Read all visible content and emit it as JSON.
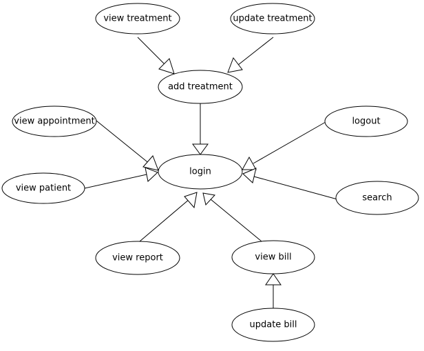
{
  "diagram": {
    "nodes": {
      "view_treatment": "view treatment",
      "update_treatment": "update treatment",
      "add_treatment": "add treatment",
      "view_appointment": "view appointment",
      "login": "login",
      "logout": "logout",
      "view_patient": "view patient",
      "search": "search",
      "view_report": "view report",
      "view_bill": "view bill",
      "update_bill": "update bill"
    },
    "edges": [
      {
        "from": "view_treatment",
        "to": "add_treatment"
      },
      {
        "from": "update_treatment",
        "to": "add_treatment"
      },
      {
        "from": "add_treatment",
        "to": "login"
      },
      {
        "from": "view_appointment",
        "to": "login"
      },
      {
        "from": "view_patient",
        "to": "login"
      },
      {
        "from": "logout",
        "to": "login"
      },
      {
        "from": "search",
        "to": "login"
      },
      {
        "from": "view_report",
        "to": "login"
      },
      {
        "from": "view_bill",
        "to": "login"
      },
      {
        "from": "update_bill",
        "to": "view_bill"
      }
    ]
  }
}
